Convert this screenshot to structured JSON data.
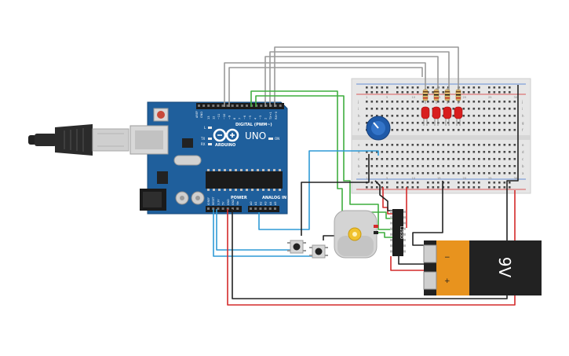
{
  "arduino": {
    "logo_text": "ARDUINO",
    "model": "UNO",
    "digital_label": "DIGITAL (PWM~)",
    "power_label": "POWER",
    "analog_label": "ANALOG IN",
    "on_label": "ON",
    "led_l": "L",
    "led_tx": "TX",
    "led_rx": "RX",
    "pin_aref": "AREF",
    "pin_gnd": "GND",
    "digital_pins": [
      "13",
      "12",
      "~11",
      "~10",
      "~9",
      "8",
      "7",
      "~6",
      "~5",
      "4",
      "~3",
      "2",
      "TX→1",
      "RX←0"
    ],
    "power_pins": [
      "IOREF",
      "RESET",
      "3.3V",
      "5V",
      "GND",
      "GND",
      "Vin"
    ],
    "analog_pins": [
      "A0",
      "A1",
      "A2",
      "A3",
      "A4",
      "A5"
    ]
  },
  "breadboard": {
    "rows_top": [
      "j",
      "i",
      "h",
      "g",
      "f"
    ],
    "rows_bottom": [
      "e",
      "d",
      "c",
      "b",
      "a"
    ],
    "col_labels": [
      "1",
      "5",
      "10",
      "15",
      "20",
      "25",
      "30"
    ]
  },
  "driver_chip": {
    "label": "L293D"
  },
  "battery": {
    "label": "9V",
    "minus": "−",
    "plus": "+"
  },
  "colors": {
    "board_blue": "#1f5f9c",
    "breadboard": "#e6e6e6",
    "wire_gray": "#9a9a9a",
    "wire_green": "#3fae3f",
    "wire_red": "#d42a2a",
    "wire_blue": "#2f9ad6",
    "wire_black": "#222222",
    "led_red": "#d81e1e",
    "battery_orange": "#e8931e"
  }
}
